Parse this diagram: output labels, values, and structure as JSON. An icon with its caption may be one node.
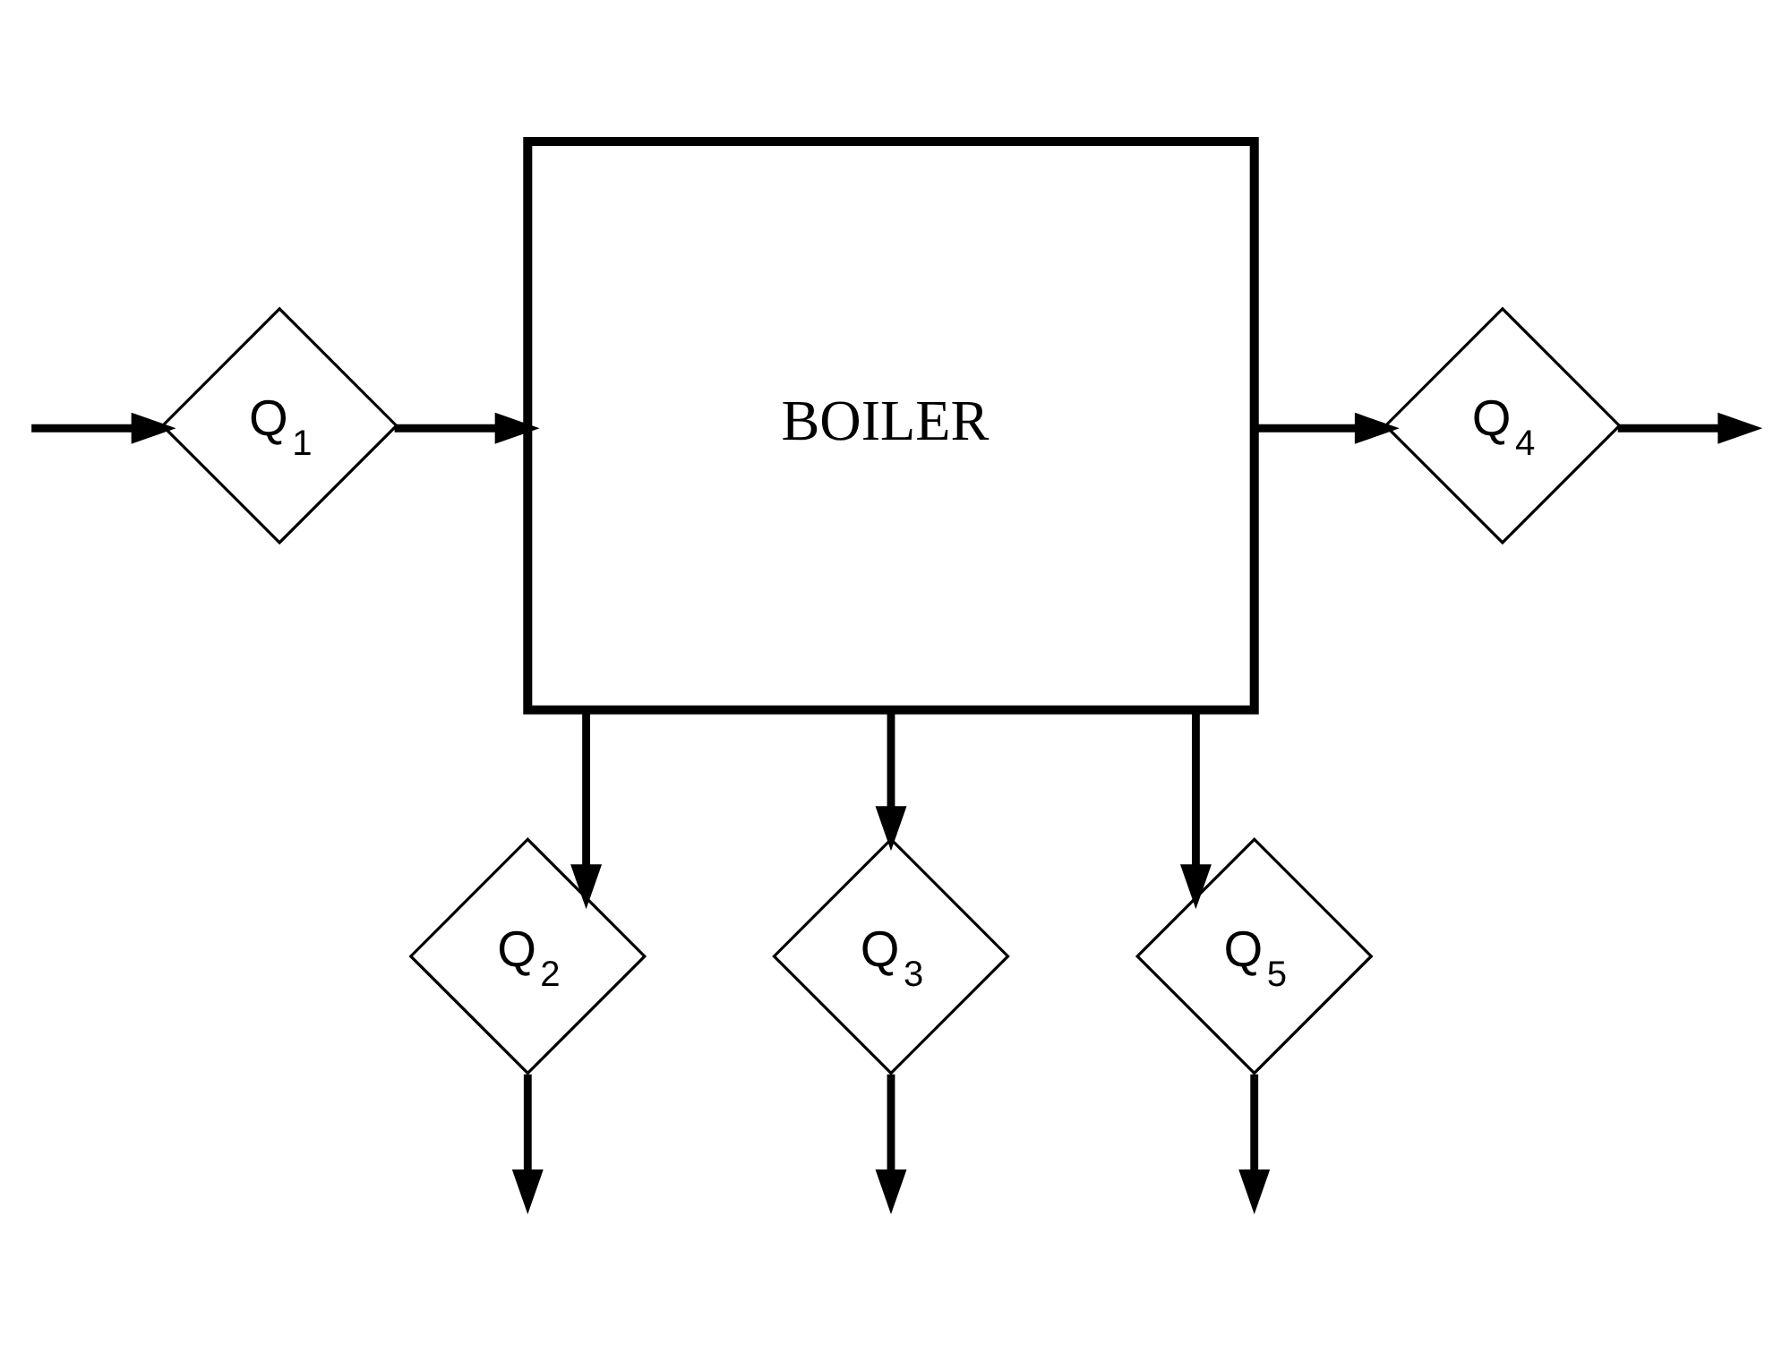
{
  "diagram": {
    "nodes": [
      {
        "text": [
          "Q$_{2}$"
        ]
      },
      {
        "text": [
          "Q$_{3}$"
        ]
      },
      {
        "text": [
          "Q$_{1}$"
        ]
      },
      {
        "text": [
          "BOILER"
        ]
      },
      {
        "text": [
          "Q$_{4}$"
        ]
      },
      {
        "text": [
          "Q$_{5}$"
        ]
      }
    ],
    "edges": [
      {
        "from": null,
        "to": 2,
        "arrow": "to"
      },
      {
        "from": 2,
        "to": 3,
        "arrow": "to"
      },
      {
        "from": 3,
        "to": 0,
        "arrow": "to"
      },
      {
        "from": 0,
        "to": null,
        "arrow": "to"
      },
      {
        "from": 3,
        "to": 1,
        "arrow": "to"
      },
      {
        "from": 1,
        "to": null,
        "arrow": "to"
      },
      {
        "from": 3,
        "to": 4,
        "arrow": "to"
      },
      {
        "from": 4,
        "to": null,
        "arrow": "to"
      },
      {
        "from": 3,
        "to": 5,
        "arrow": "to"
      },
      {
        "from": 5,
        "to": null,
        "arrow": "to"
      }
    ]
  }
}
